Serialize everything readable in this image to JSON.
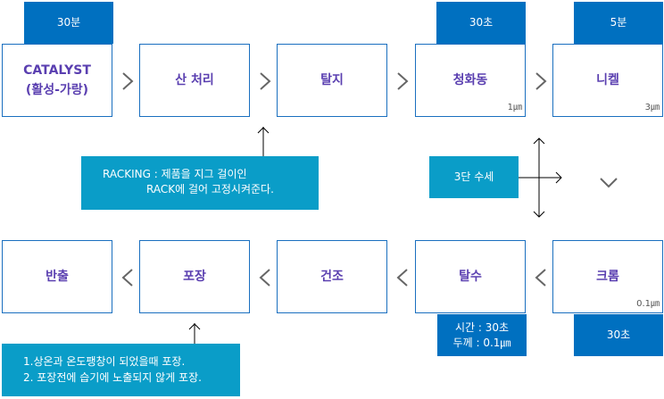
{
  "top_row": [
    {
      "label": "CATALYST\n(활성-가랑)",
      "tab": "30분"
    },
    {
      "label": "산 처리"
    },
    {
      "label": "탈지"
    },
    {
      "label": "청화동",
      "tab": "30초",
      "unit": "1㎛"
    },
    {
      "label": "니켈",
      "tab": "5분",
      "unit": "3㎛"
    }
  ],
  "bottom_row": [
    {
      "label": "반출"
    },
    {
      "label": "포장"
    },
    {
      "label": "건조"
    },
    {
      "label": "탈수",
      "tab": "시간 : 30초\n두께 : 0.1㎛"
    },
    {
      "label": "크롬",
      "tab": "30초",
      "unit": "0.1㎛"
    }
  ],
  "callouts": {
    "racking_line1": "RACKING : 제품을 지그 걸이인",
    "racking_line2": "RACK에 걸어 고정시켜준다.",
    "rinse": "3단 수세",
    "packing_line1": "1.상온과 온도팽창이 되었을때 포장.",
    "packing_line2": "2. 포장전에 습기에 노출되지 않게 포장."
  },
  "colors": {
    "tab": "#0070c0",
    "callout": "#0a9dc8",
    "border": "#1a6fbf",
    "label": "#5a3fb0"
  }
}
